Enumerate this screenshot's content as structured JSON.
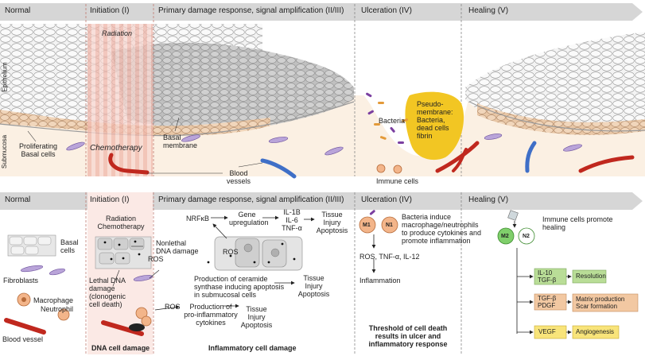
{
  "top": {
    "phases": [
      "Normal",
      "Initiation (I)",
      "Primary damage response, signal amplification (II/III)",
      "Ulceration (IV)",
      "Healing (V)"
    ],
    "side_labels": {
      "epithelium": "Epithelium",
      "submucosa": "Submucosa"
    },
    "labels": {
      "radiation": "Radiation",
      "chemotherapy": "Chemotherapy",
      "proliferating_line1": "Proliferating",
      "proliferating_line2": "Basal cells",
      "basal_line1": "Basal",
      "basal_line2": "membrane",
      "blood_line1": "Blood",
      "blood_line2": "vessels",
      "bacteria": "Bacteria",
      "pseudo_line1": "Pseudo-",
      "pseudo_line2": "membrane:",
      "pseudo_line3": "Bacteria,",
      "pseudo_line4": "dead cells",
      "pseudo_line5": "fibrin",
      "immune_cells": "Immune cells"
    }
  },
  "bottom": {
    "phases": [
      "Normal",
      "Initiation (I)",
      "Primary damage response, signal amplification (II/III)",
      "Ulceration (IV)",
      "Healing (V)"
    ],
    "normal": {
      "basal_line1": "Basal",
      "basal_line2": "cells",
      "fibroblasts": "Fibroblasts",
      "macrophage": "Macrophage",
      "neutrophil": "Neutrophil",
      "blood_vessel": "Blood vessel"
    },
    "initiation": {
      "radiation": "Radiation",
      "chemotherapy": "Chemotherapy",
      "nonlethal_line1": "Nonlethal",
      "nonlethal_line2": "DNA damage",
      "ros": "ROS",
      "lethal_line1": "Lethal DNA",
      "lethal_line2": "damage",
      "lethal_line3": "(clonogenic",
      "lethal_line4": "cell death)",
      "footer": "DNA cell damage"
    },
    "primary": {
      "nrfkb": "NRFκB",
      "gene_line1": "Gene",
      "gene_line2": "upregulation",
      "cyt_line1": "IL-1B",
      "cyt_line2": "IL-6",
      "cyt_line3": "TNF-α",
      "tia1_line1": "Tissue",
      "tia1_line2": "Injury",
      "tia1_line3": "Apoptosis",
      "ros": "ROS",
      "ceramide_line1": "Production of ceramide",
      "ceramide_line2": "synthase inducing apoptosis",
      "ceramide_line3": "in submucosal cells",
      "tia2_line1": "Tissue",
      "tia2_line2": "Injury",
      "tia2_line3": "Apoptosis",
      "ros2": "ROS",
      "proinf_line1": "Production of",
      "proinf_line2": "pro-inflammatory",
      "proinf_line3": "cytokines",
      "tia3_line1": "Tissue",
      "tia3_line2": "Injury",
      "tia3_line3": "Apoptosis",
      "footer": "Inflammatory cell damage"
    },
    "ulceration": {
      "m1": "M1",
      "n1": "N1",
      "bact_line1": "Bacteria induce",
      "bact_line2": "macrophage/neutrophils",
      "bact_line3": "to produce cytokines and",
      "bact_line4": "promote inflammation",
      "ros_line": "ROS, TNF-α, IL-12",
      "inflammation": "Inflammation",
      "footer_line1": "Threshold of cell death",
      "footer_line2": "results in ulcer and",
      "footer_line3": "inflammatory response"
    },
    "healing": {
      "m2": "M2",
      "n2": "N2",
      "promote_line1": "Immune cells promote",
      "promote_line2": "healing",
      "il10_line1": "IL-10",
      "il10_line2": "TGF-β",
      "resolution": "Resolution",
      "tgf_line1": "TGF-β",
      "tgf_line2": "PDGF",
      "matrix_line1": "Matrix production",
      "matrix_line2": "Scar formation",
      "vegf": "VEGF",
      "angio": "Angiogenesis"
    }
  }
}
